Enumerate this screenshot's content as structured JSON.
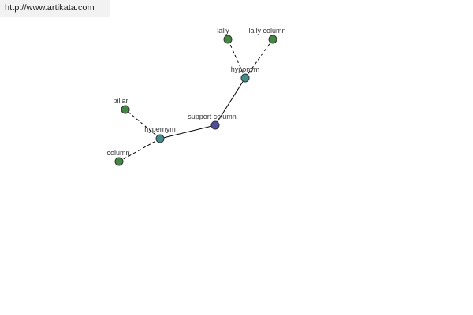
{
  "watermark": {
    "url": "http://www.artikata.com"
  },
  "colors": {
    "leaf": "#3f8a3f",
    "relation": "#3d8f8f",
    "center": "#4b4fa0"
  },
  "graph": {
    "nodes": [
      {
        "id": "support-column",
        "label": "support column",
        "kind": "center"
      },
      {
        "id": "hyponym",
        "label": "hyponym",
        "kind": "relation"
      },
      {
        "id": "hypernym",
        "label": "hypernym",
        "kind": "relation"
      },
      {
        "id": "lally",
        "label": "lally",
        "kind": "leaf"
      },
      {
        "id": "lally-column",
        "label": "lally column",
        "kind": "leaf"
      },
      {
        "id": "pillar",
        "label": "pillar",
        "kind": "leaf"
      },
      {
        "id": "column",
        "label": "column",
        "kind": "leaf"
      }
    ],
    "edges": [
      {
        "from": "support-column",
        "to": "hyponym",
        "style": "solid"
      },
      {
        "from": "support-column",
        "to": "hypernym",
        "style": "solid"
      },
      {
        "from": "hyponym",
        "to": "lally",
        "style": "dashed"
      },
      {
        "from": "hyponym",
        "to": "lally-column",
        "style": "dashed"
      },
      {
        "from": "hypernym",
        "to": "pillar",
        "style": "dashed"
      },
      {
        "from": "hypernym",
        "to": "column",
        "style": "dashed"
      }
    ]
  }
}
